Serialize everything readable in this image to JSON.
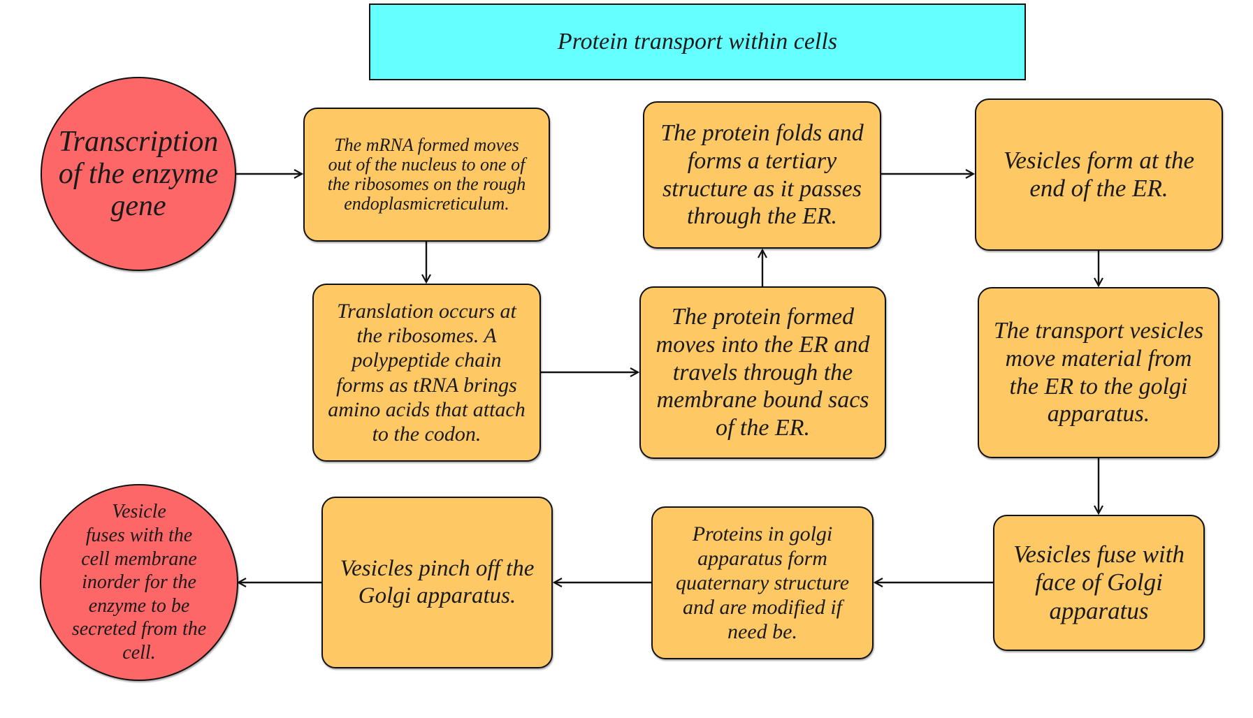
{
  "title": "Protein transport within cells",
  "colors": {
    "title_fill": "#66ffff",
    "step_fill": "#fec965",
    "terminal_fill": "#fe6767",
    "stroke": "#111111"
  },
  "nodes": {
    "start": {
      "text": "Transcription\nof the enzyme\ngene",
      "shape": "circle"
    },
    "mrna": {
      "text": "The mRNA formed moves\nout of the nucleus to one of\nthe ribosomes on the rough\nendoplasmicreticulum.",
      "shape": "rounded-box"
    },
    "translation": {
      "text": "Translation occurs at\nthe ribosomes. A\npolypeptide chain\nforms as tRNA brings\namino acids that attach\nto the codon.",
      "shape": "rounded-box"
    },
    "into_er": {
      "text": "The protein formed\nmoves into the ER and\ntravels through the\nmembrane bound sacs\nof the ER.",
      "shape": "rounded-box"
    },
    "folds": {
      "text": "The protein folds and\nforms a tertiary\nstructure as it passes\nthrough the ER.",
      "shape": "rounded-box"
    },
    "vesicles_form": {
      "text": "Vesicles form at the\nend of the ER.",
      "shape": "rounded-box"
    },
    "transport_vesicles": {
      "text": "The transport vesicles\nmove material from\nthe ER to the golgi\napparatus.",
      "shape": "rounded-box"
    },
    "fuse_golgi": {
      "text": "Vesicles fuse with\nface of Golgi\napparatus",
      "shape": "rounded-box"
    },
    "quaternary": {
      "text": "Proteins in golgi\napparatus form\nquaternary structure\nand are modified if\nneed be.",
      "shape": "rounded-box"
    },
    "pinch_off": {
      "text": "Vesicles pinch off the\nGolgi apparatus.",
      "shape": "rounded-box"
    },
    "end": {
      "text": "Vesicle\nfuses with the\ncell membrane\ninorder for the\nenzyme to be\nsecreted from the\ncell.",
      "shape": "circle"
    }
  },
  "edges": [
    {
      "from": "start",
      "to": "mrna"
    },
    {
      "from": "mrna",
      "to": "translation"
    },
    {
      "from": "translation",
      "to": "into_er"
    },
    {
      "from": "into_er",
      "to": "folds"
    },
    {
      "from": "folds",
      "to": "vesicles_form"
    },
    {
      "from": "vesicles_form",
      "to": "transport_vesicles"
    },
    {
      "from": "transport_vesicles",
      "to": "fuse_golgi"
    },
    {
      "from": "fuse_golgi",
      "to": "quaternary"
    },
    {
      "from": "quaternary",
      "to": "pinch_off"
    },
    {
      "from": "pinch_off",
      "to": "end"
    }
  ]
}
